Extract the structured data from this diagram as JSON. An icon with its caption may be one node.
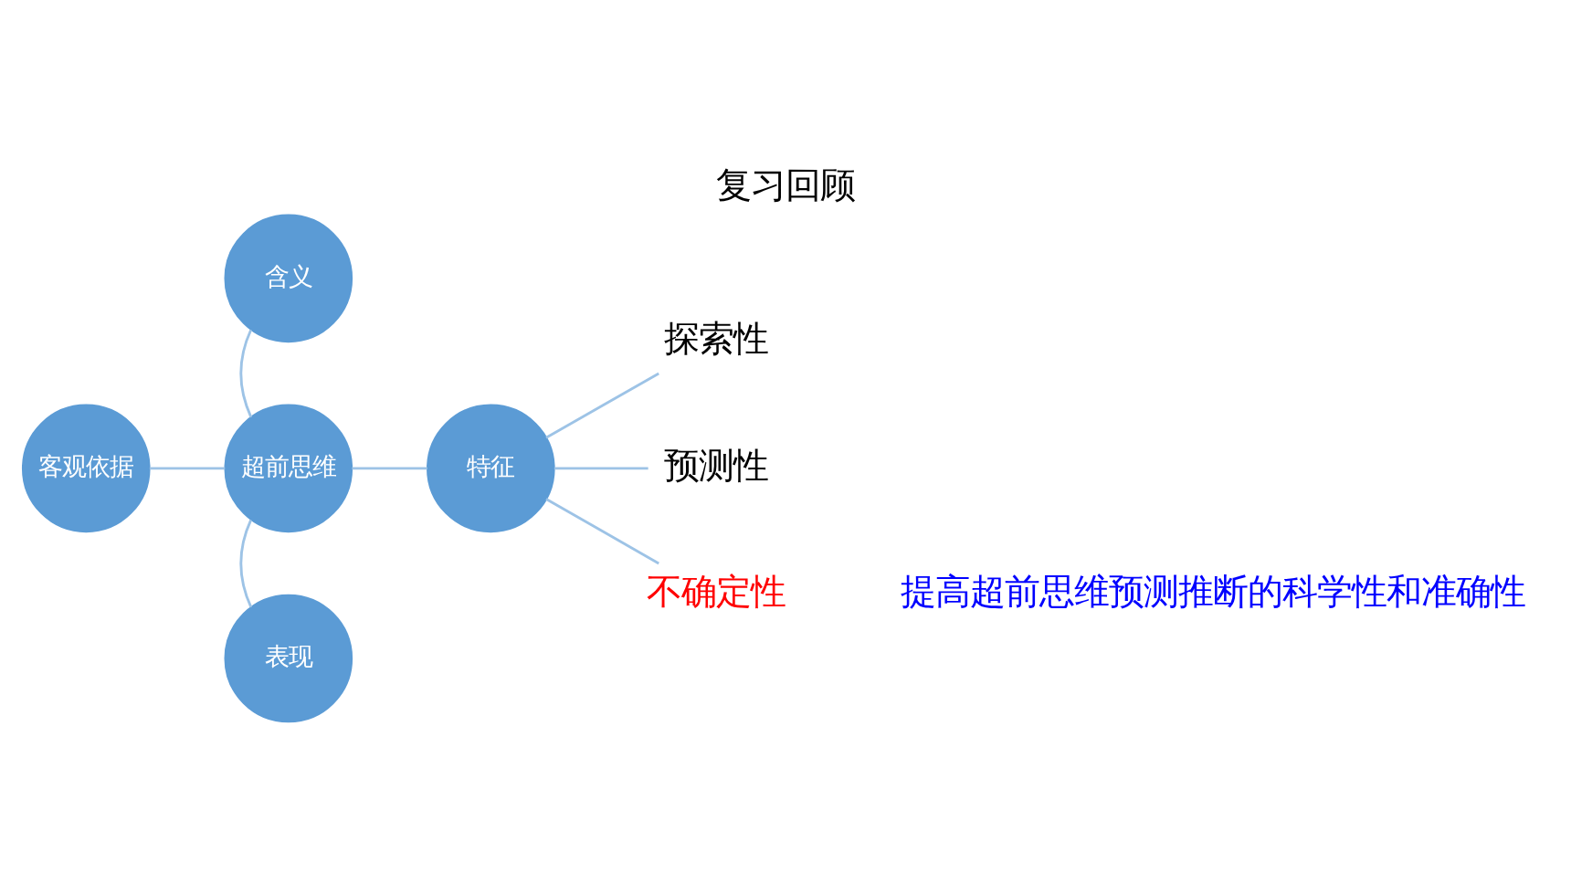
{
  "diagram": {
    "title": "复习回顾",
    "nodes": [
      {
        "text": [
          "超前思维"
        ]
      },
      {
        "text": [
          "含义"
        ]
      },
      {
        "text": [
          "客观依据"
        ]
      },
      {
        "text": [
          "特征"
        ]
      },
      {
        "text": [
          "表现"
        ]
      },
      {
        "text": [
          "探索性"
        ]
      },
      {
        "text": [
          "预测性"
        ]
      },
      {
        "text": [
          "不确定性"
        ]
      }
    ],
    "edges": [
      {
        "from": 0,
        "to": 1,
        "arrow": "none"
      },
      {
        "from": 2,
        "to": 0,
        "arrow": "none"
      },
      {
        "from": 0,
        "to": 3,
        "arrow": "none"
      },
      {
        "from": 0,
        "to": 4,
        "arrow": "none"
      },
      {
        "from": 3,
        "to": 5,
        "arrow": "none"
      },
      {
        "from": 3,
        "to": 6,
        "arrow": "none"
      },
      {
        "from": 3,
        "to": 7,
        "arrow": "none"
      }
    ],
    "labels": [
      "提高超前思维预测推断的科学性和准确性"
    ]
  }
}
